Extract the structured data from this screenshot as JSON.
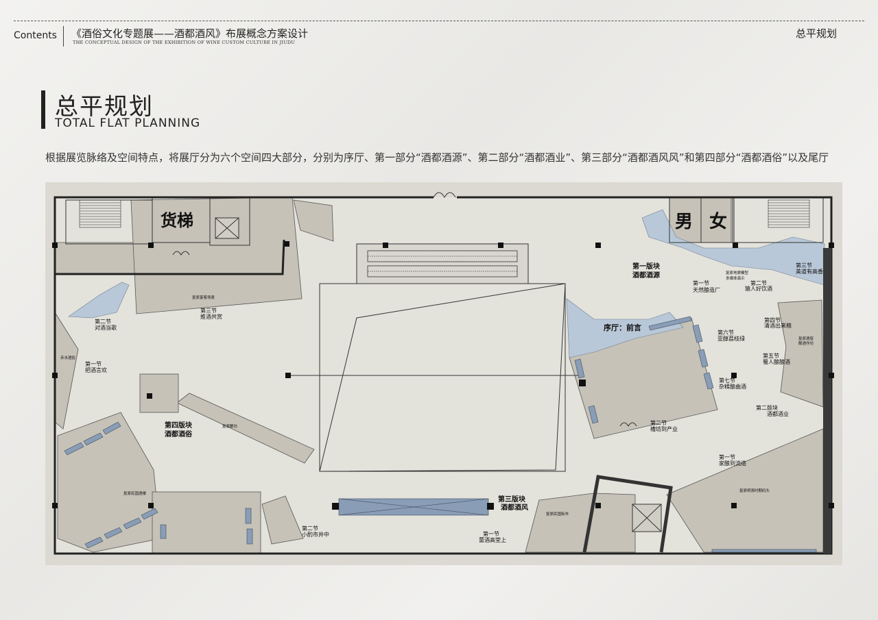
{
  "header": {
    "contents_label": "Contents",
    "title_cn": "《酒俗文化专题展——酒都酒风》布展概念方案设计",
    "title_en": "THE CONCEPTUAL DESIGN OF THE EXHIBITION OF WINE CUSTOM CULTURE IN JIUDU",
    "section_right": "总平规划"
  },
  "heading": {
    "title_cn": "总平规划",
    "title_en": "TOTAL FLAT PLANNING"
  },
  "intro": "根据展览脉络及空间特点，将展厅分为六个空间四大部分，分别为序厅、第一部分“酒都酒源”、第二部分“酒都酒业”、第三部分“酒都酒风风”和第四部分“酒都酒俗”以及尾厅",
  "plan": {
    "rooms": {
      "freight_elevator": "货梯",
      "male": "男",
      "female": "女"
    },
    "labels": {
      "zone1_a": "第一版块",
      "zone1_b": "酒都酒源",
      "zone1_s1_a": "第一节",
      "zone1_s1_b": "天然酿造厂",
      "zone1_s2_a": "第二节",
      "zone1_s2_b": "猿人好饮酒",
      "zone1_s3_a": "第三节",
      "zone1_s3_b": "美道有高香",
      "zone1_note": "复原地貌模型",
      "zone1_note2": "多媒体演示",
      "zone1_s4_a": "第四节",
      "zone1_s4_b": "清酒出来粮",
      "zone1_note3": "复原酒窑",
      "zone1_note4": "酿酒作坊",
      "zone1_s5_a": "第五节",
      "zone1_s5_b": "蜀人酿酿酒",
      "zone1_s6_a": "第六节",
      "zone1_s6_b": "亚醇荔枝绿",
      "zone1_s7_a": "第七节",
      "zone1_s7_b": "杂糅酿曲酒",
      "prelude": "序厅：前言",
      "zone2_a": "第二版块",
      "zone2_b": "酒都酒业",
      "zone2_s1_a": "第一节",
      "zone2_s1_b": "家酿到流造",
      "zone2_s2_a": "第二节",
      "zone2_s2_b": "槽坊到产业",
      "zone2_note": "复原明清时期码头",
      "zone3_a": "第三版块",
      "zone3_b": "酒都酒风",
      "zone3_s1_a": "第一节",
      "zone3_s1_b": "蕾酒高堂上",
      "zone3_note": "复原民国街市",
      "zone3_s2_a": "第二节",
      "zone3_s2_b": "小酌市井中",
      "zone4_a": "第四版块",
      "zone4_b": "酒都酒俗",
      "zone4_s1_a": "第一节",
      "zone4_s1_b": "把酒言欢",
      "zone4_s2_a": "第二节",
      "zone4_s2_b": "对酒当歌",
      "zone4_s3_a": "第三节",
      "zone4_s3_b": "推酒共赏",
      "zone4_note1": "复原宴客场景",
      "zone4_note2": "复原酿坊",
      "zone4_note3": "复原民国酒楼",
      "zone4_note4": "赤水酒俗"
    }
  }
}
